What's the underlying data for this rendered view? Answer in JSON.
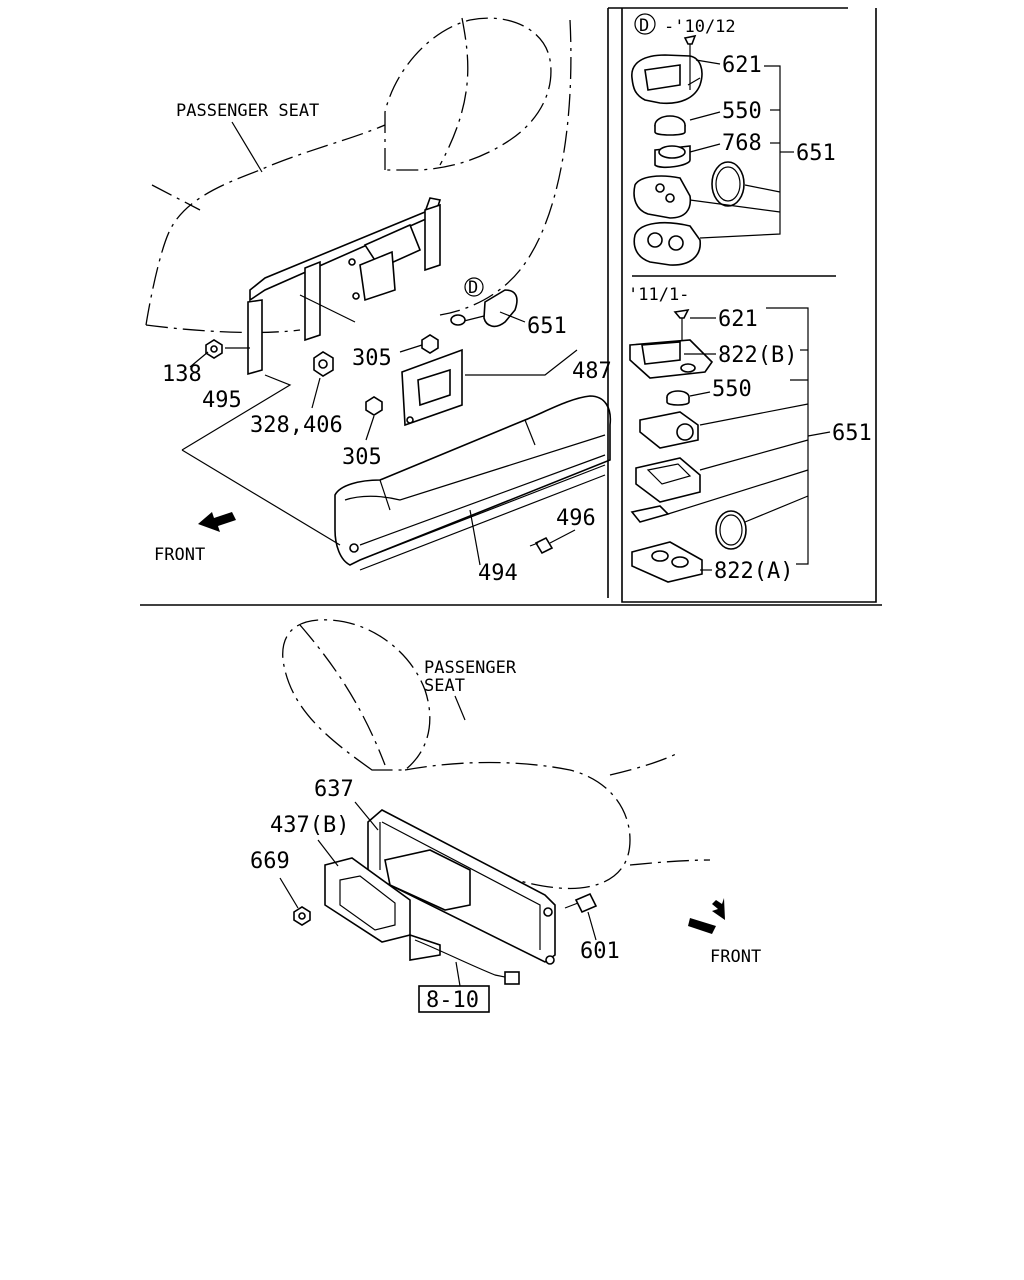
{
  "top_view": {
    "seat_label": "PASSENGER SEAT",
    "front_label": "FRONT",
    "callouts": {
      "c138": "138",
      "c495": "495",
      "c328": "328,406",
      "c305a": "305",
      "c305b": "305",
      "c487": "487",
      "c651": "651",
      "c496": "496",
      "c494": "494",
      "detail_marker": "D"
    }
  },
  "inset_early": {
    "marker": "D",
    "range": "-'10/12",
    "callouts": {
      "c621": "621",
      "c550": "550",
      "c768": "768",
      "c651": "651"
    }
  },
  "inset_late": {
    "range": "'11/1-",
    "callouts": {
      "c621": "621",
      "c822b": "822(B)",
      "c550": "550",
      "c651": "651",
      "c822a": "822(A)"
    }
  },
  "bottom_view": {
    "seat_label_line1": "PASSENGER",
    "seat_label_line2": "SEAT",
    "front_label": "FRONT",
    "callouts": {
      "c637": "637",
      "c437": "437(B)",
      "c669": "669",
      "c601": "601"
    },
    "reference_box": "8-10"
  }
}
